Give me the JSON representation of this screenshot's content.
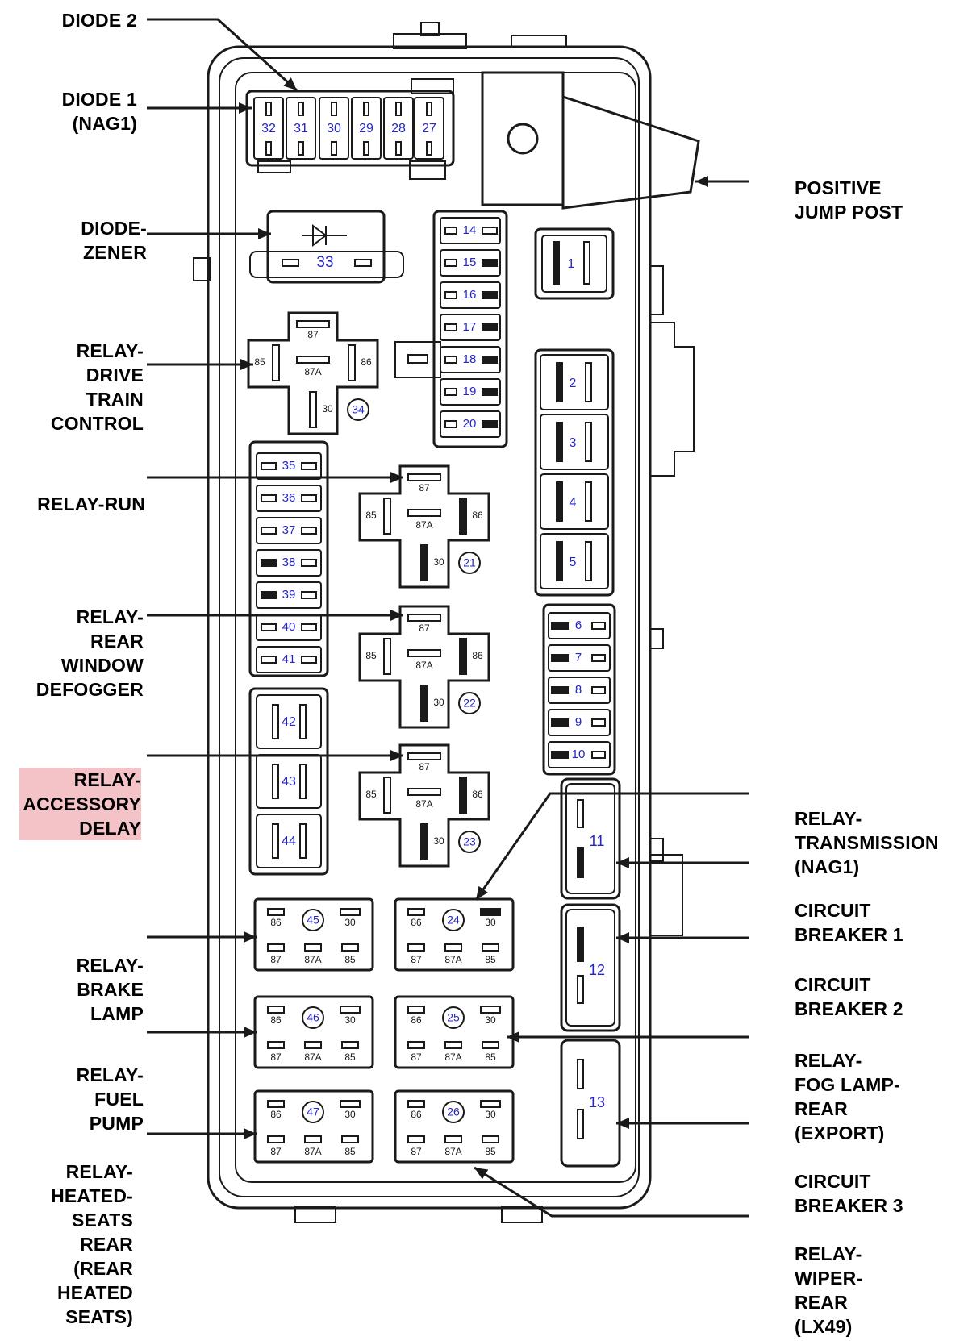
{
  "labels_left": [
    {
      "id": "diode-2-label",
      "lines": [
        "DIODE 2"
      ]
    },
    {
      "id": "diode-1-label",
      "lines": [
        "DIODE 1",
        "(NAG1)"
      ]
    },
    {
      "id": "diode-zener-label",
      "lines": [
        "DIODE-",
        "ZENER"
      ]
    },
    {
      "id": "relay-drive-train-control-label",
      "lines": [
        "RELAY-",
        "DRIVE",
        "TRAIN",
        "CONTROL"
      ]
    },
    {
      "id": "relay-run-label",
      "lines": [
        "RELAY-RUN"
      ]
    },
    {
      "id": "relay-rear-window-defogger-label",
      "lines": [
        "RELAY-",
        "REAR",
        "WINDOW",
        "DEFOGGER"
      ]
    },
    {
      "id": "relay-accessory-delay-label",
      "lines": [
        "RELAY-",
        "ACCESSORY",
        "DELAY"
      ]
    },
    {
      "id": "relay-brake-lamp-label",
      "lines": [
        "RELAY-",
        "BRAKE",
        "LAMP"
      ]
    },
    {
      "id": "relay-fuel-pump-label",
      "lines": [
        "RELAY-",
        "FUEL",
        "PUMP"
      ]
    },
    {
      "id": "relay-heated-seats-rear-label",
      "lines": [
        "RELAY-",
        "HEATED-",
        "SEATS",
        "REAR",
        "(REAR",
        "HEATED",
        "SEATS)"
      ]
    }
  ],
  "labels_right": [
    {
      "id": "positive-jump-post-label",
      "lines": [
        "POSITIVE",
        "JUMP POST"
      ]
    },
    {
      "id": "relay-transmission-label",
      "lines": [
        "RELAY-",
        "TRANSMISSION",
        "(NAG1)"
      ]
    },
    {
      "id": "circuit-breaker-1-label",
      "lines": [
        "CIRCUIT",
        "BREAKER 1"
      ]
    },
    {
      "id": "circuit-breaker-2-label",
      "lines": [
        "CIRCUIT",
        "BREAKER 2"
      ]
    },
    {
      "id": "relay-fog-lamp-rear-label",
      "lines": [
        "RELAY-",
        "FOG LAMP-",
        "REAR",
        "(EXPORT)"
      ]
    },
    {
      "id": "circuit-breaker-3-label",
      "lines": [
        "CIRCUIT",
        "BREAKER 3"
      ]
    },
    {
      "id": "relay-wiper-rear-label",
      "lines": [
        "RELAY-",
        "WIPER-",
        "REAR",
        "(LX49)"
      ]
    }
  ],
  "cavities": {
    "top_row": [
      "32",
      "31",
      "30",
      "29",
      "28",
      "27"
    ],
    "diode_zener": "33",
    "mini_fuses_center": [
      "14",
      "15",
      "16",
      "17",
      "18",
      "19",
      "20"
    ],
    "maxi_fuse_top": "1",
    "maxi_fuses_right": [
      "2",
      "3",
      "4",
      "5"
    ],
    "mini_fuses_right": [
      "6",
      "7",
      "8",
      "9",
      "10"
    ],
    "mini_fuses_left": [
      "35",
      "36",
      "37",
      "38",
      "39",
      "40",
      "41"
    ],
    "maxi_fuses_left": [
      "42",
      "43",
      "44"
    ],
    "circuit_breakers": [
      "11",
      "12",
      "13"
    ],
    "relays_iso": [
      "34",
      "21",
      "22",
      "23"
    ],
    "relays_micro": [
      "45",
      "24",
      "46",
      "25",
      "47",
      "26"
    ]
  },
  "pins": {
    "iso": [
      "87",
      "87A",
      "85",
      "86",
      "30"
    ],
    "micro_top": [
      "86",
      "30"
    ],
    "micro_bottom": [
      "87",
      "87A",
      "85"
    ]
  },
  "colors": {
    "line": "#1a1a1a",
    "number": "#2424cc",
    "highlight": "#f4c3c8"
  }
}
